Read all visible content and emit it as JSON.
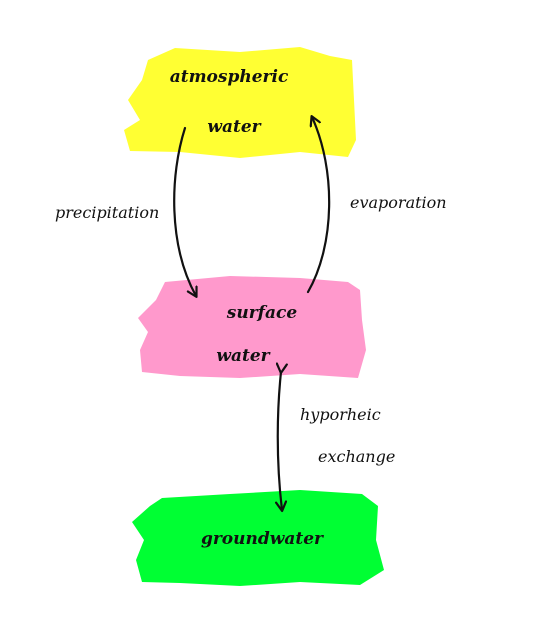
{
  "nodes": {
    "atmospheric": {
      "line1": "atmospheric",
      "line2": "water",
      "color": "#ffff33"
    },
    "surface": {
      "line1": "surface",
      "line2": "water",
      "color": "#ff99cc"
    },
    "groundwater": {
      "label": "groundwater",
      "color": "#00ff33"
    }
  },
  "edges": {
    "precipitation": "precipitation",
    "evaporation": "evaporation",
    "hyporheic_line1": "hyporheic",
    "hyporheic_line2": "exchange"
  },
  "ink_color": "#111111"
}
